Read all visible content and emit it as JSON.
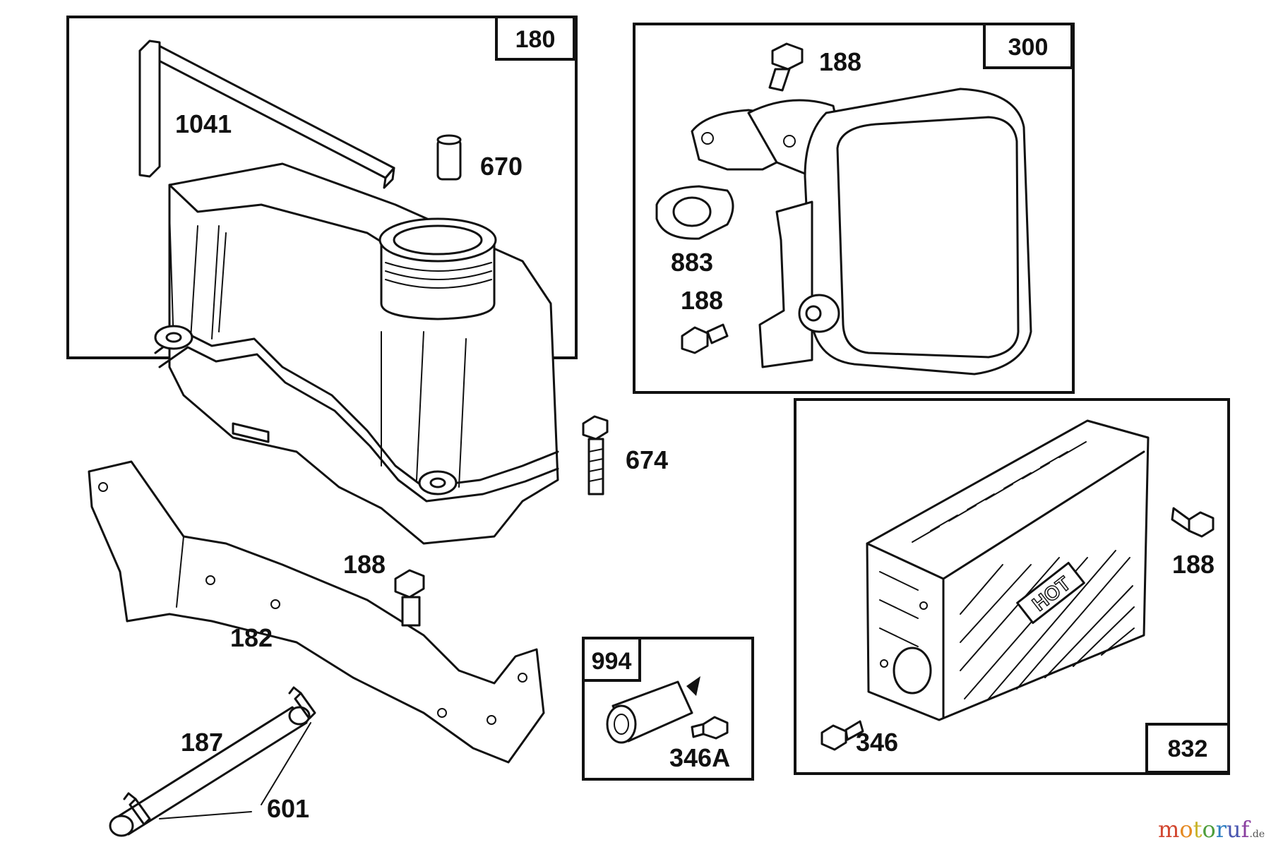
{
  "watermark": {
    "parts": [
      {
        "text": "m",
        "color": "#d2462f"
      },
      {
        "text": "o",
        "color": "#e58a22"
      },
      {
        "text": "t",
        "color": "#c9b52c"
      },
      {
        "text": "o",
        "color": "#4e9e3c"
      },
      {
        "text": "r",
        "color": "#2f7fc2"
      },
      {
        "text": "u",
        "color": "#4a57b0"
      },
      {
        "text": "f",
        "color": "#8a3fa0"
      }
    ],
    "suffix": ".de"
  },
  "groups": {
    "g180": "180",
    "g300": "300",
    "g832": "832",
    "g994": "994"
  },
  "parts": {
    "p1041": "1041",
    "p670": "670",
    "p674": "674",
    "p182": "182",
    "p188_a": "188",
    "p187": "187",
    "p601": "601",
    "p188_b": "188",
    "p883": "883",
    "p188_c": "188",
    "p346a": "346A",
    "p188_d": "188",
    "p346": "346"
  },
  "decal_text": "HOT"
}
